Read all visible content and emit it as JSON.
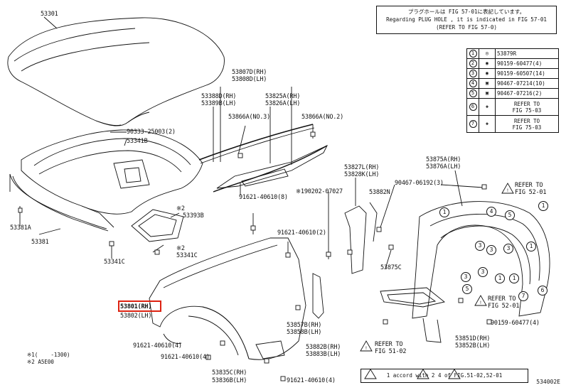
{
  "note": {
    "line1": "プラグホールは FIG 57-01に表記しています。",
    "line2": "Regarding  PLUG  HOLE , it is indicated in FIG 57-01",
    "line3": "(REFER TO FIG 57-0)"
  },
  "legend": [
    {
      "n": "1",
      "part": "53879R"
    },
    {
      "n": "2",
      "part": "90159-60477(4)"
    },
    {
      "n": "3",
      "part": "90159-60507(14)"
    },
    {
      "n": "4",
      "part": "90467-07214(10)"
    },
    {
      "n": "5",
      "part": "90467-07216(2)"
    },
    {
      "n": "6",
      "part": "REFER TO\nFIG 75-03"
    },
    {
      "n": "7",
      "part": "REFER TO\nFIG 75-03"
    }
  ],
  "labels": {
    "p53301": "53301",
    "p90333": "90333-25003(2)",
    "p53341b": "53341B",
    "p53381a": "53381A",
    "p53381": "53381",
    "p53341c": "53341C",
    "p53341c_star": "※2",
    "p53393b": "53393B",
    "p53393b_star": "※2",
    "p53807d": "53807D(RH)",
    "p53808d": "53808D(LH)",
    "p53388d": "53388D(RH)",
    "p53389b": "53389B(LH)",
    "p53825a": "53825A(RH)",
    "p53826a": "53826A(LH)",
    "p53866a_l": "53866A(NO.3)",
    "p53866a_r": "53866A(NO.2)",
    "p91621_8": "91621-40610(8)",
    "p91621_2": "91621-40610(2)",
    "p90202": "※190202-07027",
    "p53827l": "53827L(RH)",
    "p53828k": "53828K(LH)",
    "p53882n": "53882N",
    "p53875c": "53875C",
    "p53875a": "53875A(RH)",
    "p53876a": "53876A(LH)",
    "p90467_3": "90467-06192(3)",
    "refer_5201a": "REFER TO",
    "refer_5201a_fig": "FIG 52-01",
    "refer_5201b": "REFER TO",
    "refer_5201b_fig": "FIG 52-01",
    "p90159_4": "90159-60477(4)",
    "p53801": "53801(RH)",
    "p53802": "53802(LH)",
    "p53857b": "53857B(RH)",
    "p53858b": "53858B(LH)",
    "p53882b": "53882B(RH)",
    "p53883b": "53883B(LH)",
    "refer_5102": "REFER TO",
    "refer_5102_fig": "FIG 51-02",
    "p53851d": "53851D(RH)",
    "p53852b": "53852B(LH)",
    "p91621_4a": "91621-40610(4)",
    "p91621_4b": "91621-40610(4)",
    "p91621_4c": "91621-40610(4)",
    "p53835c": "53835C(RH)",
    "p53836b": "53836B(LH)"
  },
  "bottom_note": "  1  accord with   2   4  of FIG.51-02,52-01",
  "footer_left": "※1(    -1300)\n※2 A5E00",
  "figure_code": "534002E"
}
